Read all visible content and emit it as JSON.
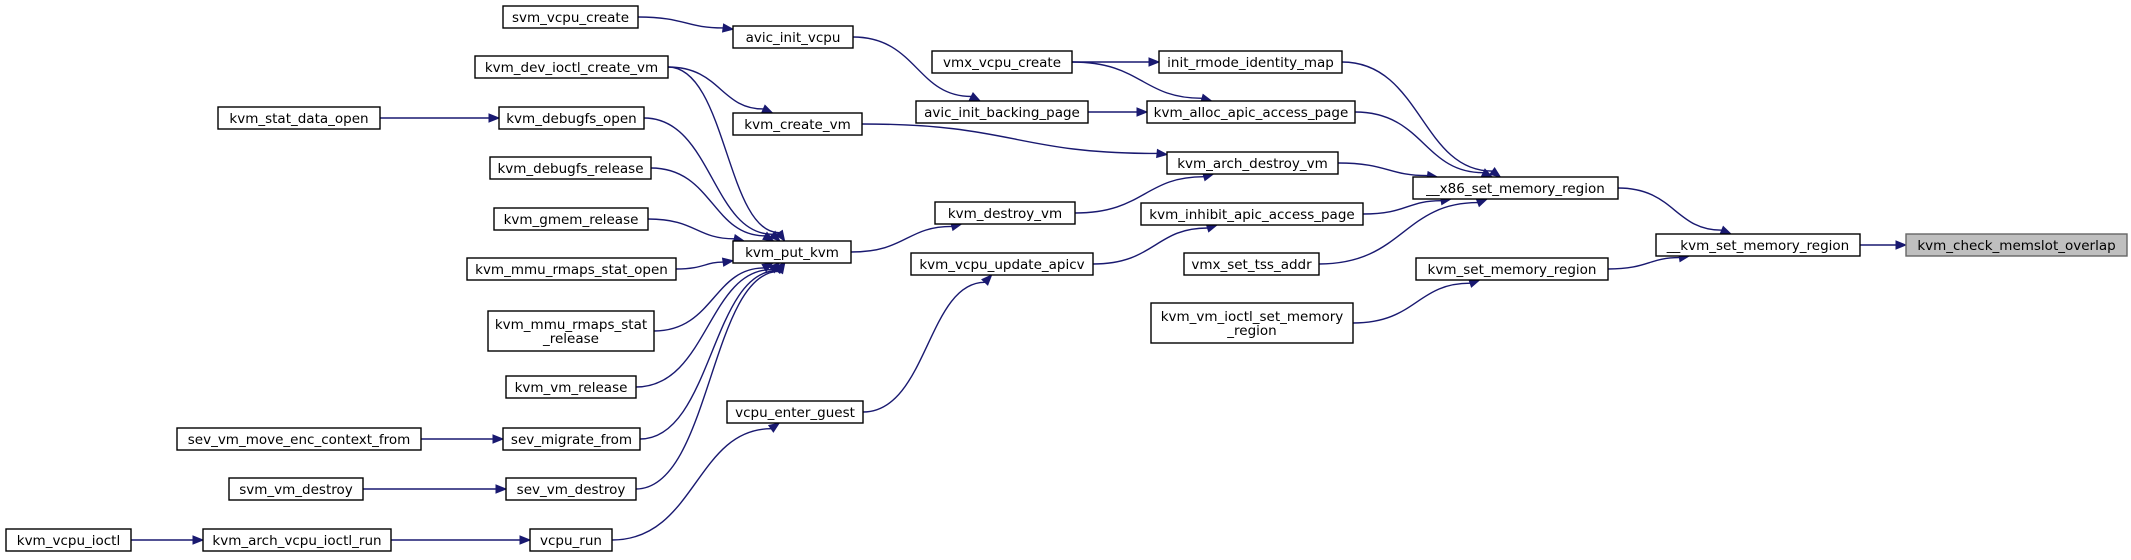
{
  "colors": {
    "edge": "#191970",
    "node_border": "#000000",
    "root_fill": "#bfbfbf",
    "root_border": "#666666",
    "node_fill": "#ffffff"
  },
  "nodes": [
    {
      "id": "kvm_check_memslot_overlap",
      "lines": [
        "kvm_check_memslot_overlap"
      ],
      "root": true
    },
    {
      "id": "__kvm_set_memory_region",
      "lines": [
        "__kvm_set_memory_region"
      ]
    },
    {
      "id": "__x86_set_memory_region",
      "lines": [
        "__x86_set_memory_region"
      ]
    },
    {
      "id": "kvm_set_memory_region",
      "lines": [
        "kvm_set_memory_region"
      ]
    },
    {
      "id": "init_rmode_identity_map",
      "lines": [
        "init_rmode_identity_map"
      ]
    },
    {
      "id": "kvm_alloc_apic_access_page",
      "lines": [
        "kvm_alloc_apic_access_page"
      ]
    },
    {
      "id": "kvm_arch_destroy_vm",
      "lines": [
        "kvm_arch_destroy_vm"
      ]
    },
    {
      "id": "kvm_inhibit_apic_access_page",
      "lines": [
        "kvm_inhibit_apic_access_page"
      ]
    },
    {
      "id": "vmx_set_tss_addr",
      "lines": [
        "vmx_set_tss_addr"
      ]
    },
    {
      "id": "kvm_vm_ioctl_set_memory_region",
      "lines": [
        "kvm_vm_ioctl_set_memory",
        "_region"
      ]
    },
    {
      "id": "vmx_vcpu_create",
      "lines": [
        "vmx_vcpu_create"
      ]
    },
    {
      "id": "avic_init_backing_page",
      "lines": [
        "avic_init_backing_page"
      ]
    },
    {
      "id": "avic_init_vcpu",
      "lines": [
        "avic_init_vcpu"
      ]
    },
    {
      "id": "svm_vcpu_create",
      "lines": [
        "svm_vcpu_create"
      ]
    },
    {
      "id": "kvm_create_vm",
      "lines": [
        "kvm_create_vm"
      ]
    },
    {
      "id": "kvm_dev_ioctl_create_vm",
      "lines": [
        "kvm_dev_ioctl_create_vm"
      ]
    },
    {
      "id": "kvm_destroy_vm",
      "lines": [
        "kvm_destroy_vm"
      ]
    },
    {
      "id": "kvm_put_kvm",
      "lines": [
        "kvm_put_kvm"
      ]
    },
    {
      "id": "kvm_debugfs_open",
      "lines": [
        "kvm_debugfs_open"
      ]
    },
    {
      "id": "kvm_stat_data_open",
      "lines": [
        "kvm_stat_data_open"
      ]
    },
    {
      "id": "kvm_debugfs_release",
      "lines": [
        "kvm_debugfs_release"
      ]
    },
    {
      "id": "kvm_gmem_release",
      "lines": [
        "kvm_gmem_release"
      ]
    },
    {
      "id": "kvm_mmu_rmaps_stat_open",
      "lines": [
        "kvm_mmu_rmaps_stat_open"
      ]
    },
    {
      "id": "kvm_mmu_rmaps_stat_release",
      "lines": [
        "kvm_mmu_rmaps_stat",
        "_release"
      ]
    },
    {
      "id": "kvm_vm_release",
      "lines": [
        "kvm_vm_release"
      ]
    },
    {
      "id": "sev_migrate_from",
      "lines": [
        "sev_migrate_from"
      ]
    },
    {
      "id": "sev_vm_move_enc_context_from",
      "lines": [
        "sev_vm_move_enc_context_from"
      ]
    },
    {
      "id": "sev_vm_destroy",
      "lines": [
        "sev_vm_destroy"
      ]
    },
    {
      "id": "svm_vm_destroy",
      "lines": [
        "svm_vm_destroy"
      ]
    },
    {
      "id": "kvm_vcpu_update_apicv",
      "lines": [
        "kvm_vcpu_update_apicv"
      ]
    },
    {
      "id": "vcpu_enter_guest",
      "lines": [
        "vcpu_enter_guest"
      ]
    },
    {
      "id": "vcpu_run",
      "lines": [
        "vcpu_run"
      ]
    },
    {
      "id": "kvm_arch_vcpu_ioctl_run",
      "lines": [
        "kvm_arch_vcpu_ioctl_run"
      ]
    },
    {
      "id": "kvm_vcpu_ioctl",
      "lines": [
        "kvm_vcpu_ioctl"
      ]
    }
  ],
  "edges": [
    {
      "from": "__kvm_set_memory_region",
      "to": "kvm_check_memslot_overlap"
    },
    {
      "from": "__x86_set_memory_region",
      "to": "__kvm_set_memory_region"
    },
    {
      "from": "kvm_set_memory_region",
      "to": "__kvm_set_memory_region"
    },
    {
      "from": "init_rmode_identity_map",
      "to": "__x86_set_memory_region"
    },
    {
      "from": "kvm_alloc_apic_access_page",
      "to": "__x86_set_memory_region"
    },
    {
      "from": "kvm_arch_destroy_vm",
      "to": "__x86_set_memory_region"
    },
    {
      "from": "kvm_inhibit_apic_access_page",
      "to": "__x86_set_memory_region"
    },
    {
      "from": "vmx_set_tss_addr",
      "to": "__x86_set_memory_region"
    },
    {
      "from": "kvm_vm_ioctl_set_memory_region",
      "to": "kvm_set_memory_region"
    },
    {
      "from": "vmx_vcpu_create",
      "to": "init_rmode_identity_map"
    },
    {
      "from": "vmx_vcpu_create",
      "to": "kvm_alloc_apic_access_page"
    },
    {
      "from": "avic_init_backing_page",
      "to": "kvm_alloc_apic_access_page"
    },
    {
      "from": "kvm_create_vm",
      "to": "kvm_arch_destroy_vm"
    },
    {
      "from": "kvm_destroy_vm",
      "to": "kvm_arch_destroy_vm"
    },
    {
      "from": "kvm_vcpu_update_apicv",
      "to": "kvm_inhibit_apic_access_page"
    },
    {
      "from": "avic_init_vcpu",
      "to": "avic_init_backing_page"
    },
    {
      "from": "svm_vcpu_create",
      "to": "avic_init_vcpu"
    },
    {
      "from": "kvm_dev_ioctl_create_vm",
      "to": "kvm_create_vm"
    },
    {
      "from": "kvm_put_kvm",
      "to": "kvm_destroy_vm"
    },
    {
      "from": "kvm_dev_ioctl_create_vm",
      "to": "kvm_put_kvm"
    },
    {
      "from": "kvm_debugfs_open",
      "to": "kvm_put_kvm"
    },
    {
      "from": "kvm_debugfs_release",
      "to": "kvm_put_kvm"
    },
    {
      "from": "kvm_gmem_release",
      "to": "kvm_put_kvm"
    },
    {
      "from": "kvm_mmu_rmaps_stat_open",
      "to": "kvm_put_kvm"
    },
    {
      "from": "kvm_mmu_rmaps_stat_release",
      "to": "kvm_put_kvm"
    },
    {
      "from": "kvm_vm_release",
      "to": "kvm_put_kvm"
    },
    {
      "from": "sev_migrate_from",
      "to": "kvm_put_kvm"
    },
    {
      "from": "sev_vm_destroy",
      "to": "kvm_put_kvm"
    },
    {
      "from": "kvm_stat_data_open",
      "to": "kvm_debugfs_open"
    },
    {
      "from": "sev_vm_move_enc_context_from",
      "to": "sev_migrate_from"
    },
    {
      "from": "svm_vm_destroy",
      "to": "sev_vm_destroy"
    },
    {
      "from": "vcpu_enter_guest",
      "to": "kvm_vcpu_update_apicv"
    },
    {
      "from": "vcpu_run",
      "to": "vcpu_enter_guest"
    },
    {
      "from": "kvm_arch_vcpu_ioctl_run",
      "to": "vcpu_run"
    },
    {
      "from": "kvm_vcpu_ioctl",
      "to": "kvm_arch_vcpu_ioctl_run"
    }
  ]
}
